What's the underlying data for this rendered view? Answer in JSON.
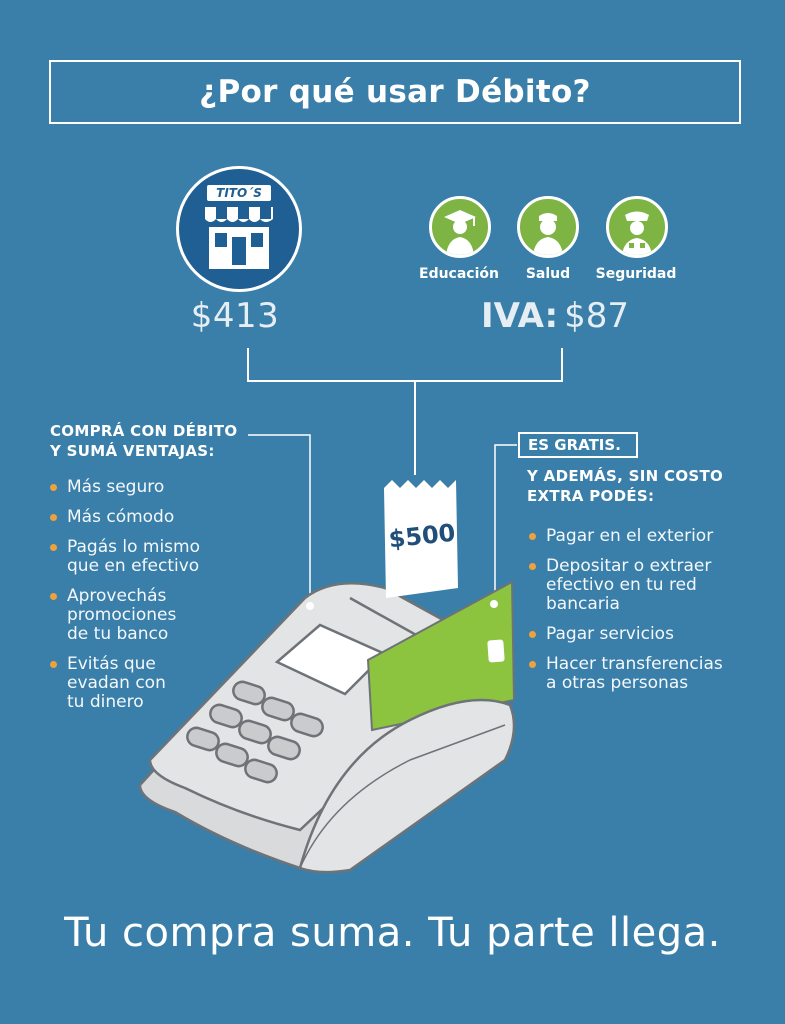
{
  "title": "¿Por qué usar Débito?",
  "store": {
    "sign": "TITO´S",
    "price": "$413"
  },
  "tax": {
    "label": "IVA:",
    "amount": "$87",
    "categories": [
      {
        "label": "Educación",
        "icon": "graduate-icon"
      },
      {
        "label": "Salud",
        "icon": "nurse-icon"
      },
      {
        "label": "Seguridad",
        "icon": "police-icon"
      }
    ]
  },
  "receipt": {
    "amount": "$500"
  },
  "left_panel": {
    "heading_line1": "COMPRÁ CON DÉBITO",
    "heading_line2": "Y SUMÁ VENTAJAS:",
    "items": [
      [
        "Más seguro"
      ],
      [
        "Más cómodo"
      ],
      [
        "Pagás lo mismo",
        "que en efectivo"
      ],
      [
        "Aprovechás",
        "promociones",
        "de tu banco"
      ],
      [
        "Evitás que",
        "evadan con",
        "tu dinero"
      ]
    ]
  },
  "right_panel": {
    "badge": "ES GRATIS.",
    "heading_line1": "Y ADEMÁS, SIN COSTO",
    "heading_line2": "EXTRA PODÉS:",
    "items": [
      [
        "Pagar en el exterior"
      ],
      [
        "Depositar o extraer",
        "efectivo en tu red",
        "bancaria"
      ],
      [
        "Pagar servicios"
      ],
      [
        "Hacer transferencias",
        "a otras personas"
      ]
    ]
  },
  "footer": "Tu compra suma. Tu parte llega.",
  "colors": {
    "background": "#3a7fa9",
    "store_blue": "#1f5f93",
    "green": "#7db443",
    "bullet": "#f0a23a"
  }
}
